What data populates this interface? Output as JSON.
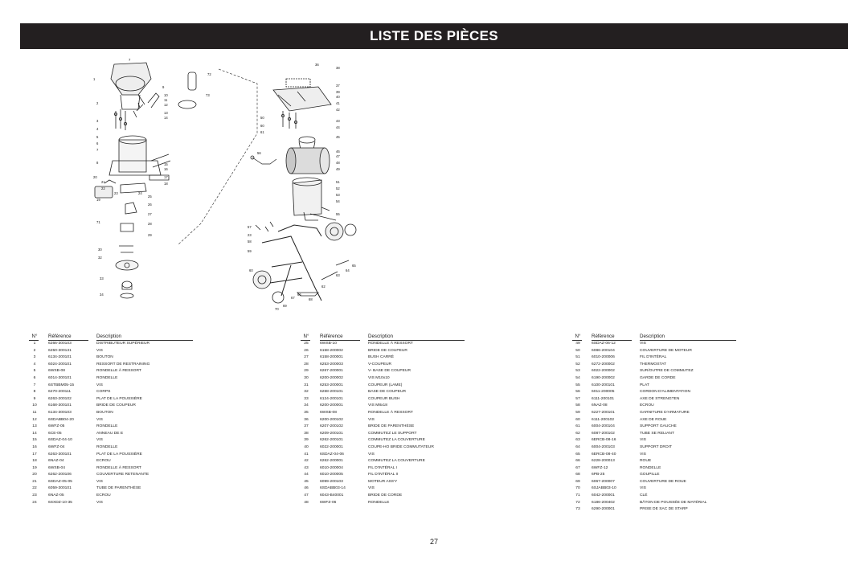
{
  "title": "LISTE DES PIÈCES",
  "page_number": "27",
  "table": {
    "headers": {
      "num": "N°",
      "ref": "Référence",
      "desc": "Description"
    },
    "columns": [
      [
        [
          "1",
          "6266-300103",
          "DISTRIBUTEUR SUPÉRIEUR"
        ],
        [
          "2",
          "6250-300131",
          "VIS"
        ],
        [
          "3",
          "6134-200101",
          "BOUTON"
        ],
        [
          "4",
          "6024-200101",
          "RESSORT DE RESTRAINING"
        ],
        [
          "5",
          "6WSB-08",
          "RONDELLE À RESSORT"
        ],
        [
          "6",
          "6014-300101",
          "RONDELLE"
        ],
        [
          "7",
          "6STBBM05-15",
          "VIS"
        ],
        [
          "8",
          "6270-200111",
          "CORPS"
        ],
        [
          "9",
          "6263-200102",
          "PLAT DE LA POUSSIÈRE"
        ],
        [
          "10",
          "6168-300101",
          "BRIDE DE COUPEUR"
        ],
        [
          "11",
          "6134-300103",
          "BOUTON"
        ],
        [
          "12",
          "6SDABB04-20",
          "VIS"
        ],
        [
          "13",
          "6WFZ-05",
          "RONDELLE"
        ],
        [
          "14",
          "6CE-05",
          "ANNEAU DE E"
        ],
        [
          "15",
          "6SDAZ-04-10",
          "VIS"
        ],
        [
          "16",
          "6WFZ-04",
          "RONDELLE"
        ],
        [
          "17",
          "6263-300101",
          "PLAT DE LA POUSSIÈRE"
        ],
        [
          "18",
          "6NAZ-04",
          "ECROU"
        ],
        [
          "19",
          "6WSB-04",
          "RONDELLE À RESSORT"
        ],
        [
          "20",
          "6262-200106",
          "COUVERTURE RETENANTE"
        ],
        [
          "21",
          "6SDAZ-05-05",
          "VIS"
        ],
        [
          "22",
          "6059-300101",
          "TUBE DE PARENTHÈSE"
        ],
        [
          "23",
          "6NAZ-05",
          "ECROU"
        ],
        [
          "24",
          "6SXDZ-10-35",
          "VIS"
        ]
      ],
      [
        [
          "25",
          "6WSB-10",
          "RONDELLE À RESSORT"
        ],
        [
          "26",
          "6158-200002",
          "BRIDE DE COUPEUR"
        ],
        [
          "27",
          "6158-200001",
          "BUSH CARRÉ"
        ],
        [
          "28",
          "6253-200003",
          "V-COUPEUR"
        ],
        [
          "29",
          "6267-200001",
          "V- BASE DE COUPEUR"
        ],
        [
          "30",
          "6200-200002",
          "VIS M10x10"
        ],
        [
          "31",
          "6253-200001",
          "COUPEUR (LAME)"
        ],
        [
          "32",
          "6268-200101",
          "BASE DE COUPEUR"
        ],
        [
          "33",
          "6124-200101",
          "COUPEUR BUSH"
        ],
        [
          "34",
          "6200-200001",
          "VIS M8x18"
        ],
        [
          "35",
          "6WSB-08",
          "RONDELLE À RESSORT"
        ],
        [
          "36",
          "6200-200102",
          "VIS"
        ],
        [
          "37",
          "6207-200102",
          "BRIDE DE PARENTHÈSE"
        ],
        [
          "38",
          "6209-200101",
          "COMMUTEZ LE SUPPORT"
        ],
        [
          "39",
          "6262-200101",
          "COMMUTEZ LA COUVERTURE"
        ],
        [
          "40",
          "6022-200001",
          "COUPE-HO BRIDE COMMUTATEUR"
        ],
        [
          "41",
          "6SDAZ-04-06",
          "VIS"
        ],
        [
          "42",
          "6262-200001",
          "COMMUTEZ LA COUVERTURE"
        ],
        [
          "43",
          "6010-200004",
          "FIL D'INTÉRAL  I"
        ],
        [
          "44",
          "6010-200005",
          "FIL D'INTÉRAL  II"
        ],
        [
          "45",
          "6099-200103",
          "MOTEUR ASS'Y"
        ],
        [
          "46",
          "6SDABB03-14",
          "VIS"
        ],
        [
          "47",
          "6043-B40001",
          "BRIDE DE CORDE"
        ],
        [
          "48",
          "6WFZ-06",
          "RONDELLE"
        ]
      ],
      [
        [
          "49",
          "6SDAZ-06-12",
          "VIS"
        ],
        [
          "50",
          "6086-200104",
          "COUVERTURE DE MOTEUR"
        ],
        [
          "51",
          "6010-200006",
          "FIL D'INTÉRAL"
        ],
        [
          "52",
          "6272-200002",
          "THERMOSTAT"
        ],
        [
          "53",
          "6022-200002",
          "SUR/OUTRE DE COMMUTEZ"
        ],
        [
          "54",
          "6190-200002",
          "GARDE DE CORDE"
        ],
        [
          "55",
          "6100-200101",
          "PLAT"
        ],
        [
          "56",
          "6011-200005",
          "CORDON D'ALIMENTATION"
        ],
        [
          "57",
          "6111-200101",
          "AXE DE STRENGTEN"
        ],
        [
          "58",
          "6NAZ-08",
          "ECROU"
        ],
        [
          "59",
          "6227-200101",
          "GARNITURE D'ARMATURE"
        ],
        [
          "60",
          "6111-200102",
          "  AXE DE ROUE"
        ],
        [
          "61",
          "6004-200104",
          "SUPPORT GAUCHE"
        ],
        [
          "62",
          "6087-200102",
          "TUBE SE RELIANT"
        ],
        [
          "63",
          "6ERCB-08-16",
          "VIS"
        ],
        [
          "64",
          "6004-200103",
          "SUPPORT DROIT"
        ],
        [
          "65",
          "6ERCB-08-40",
          "VIS"
        ],
        [
          "66",
          "6228-200013",
          "ROUE"
        ],
        [
          "67",
          "6WFZ-12",
          "RONDELLE"
        ],
        [
          "68",
          "6PB-25",
          "GOUPILLE"
        ],
        [
          "69",
          "6067-200007",
          "COUVERTURE DE ROUE"
        ],
        [
          "70",
          "6SJABB03-10",
          "VIS"
        ],
        [
          "71",
          "6042-200001",
          "CLÉ"
        ],
        [
          "72",
          "6186-200402",
          "BÂTON DE POUSSÉE DE MATÉRIAL"
        ],
        [
          "73",
          "6290-200001",
          "PRISE DE SAC DE STARP"
        ]
      ]
    ]
  },
  "diagram": {
    "callouts_left": [
      "7",
      "1",
      "72",
      "73",
      "9",
      "10",
      "11",
      "12",
      "2",
      "13",
      "14",
      "3",
      "4",
      "5",
      "6",
      "7",
      "8",
      "15",
      "16",
      "17",
      "18",
      "20",
      "21",
      "22",
      "19",
      "23",
      "24",
      "25",
      "26",
      "27",
      "71",
      "28",
      "29",
      "30",
      "32",
      "33",
      "34",
      "35"
    ],
    "callouts_right": [
      "36",
      "38",
      "50",
      "37",
      "39",
      "40",
      "41",
      "42",
      "43",
      "44",
      "45",
      "46",
      "47",
      "48",
      "49",
      "51",
      "52",
      "53",
      "54",
      "55",
      "56",
      "57",
      "58",
      "59",
      "60",
      "61",
      "62",
      "63",
      "64",
      "65",
      "66",
      "67",
      "68",
      "69",
      "70"
    ]
  }
}
